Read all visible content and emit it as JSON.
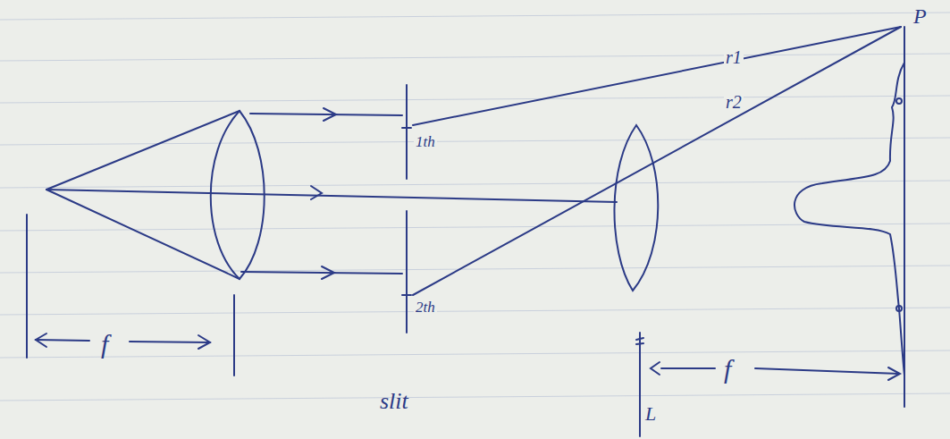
{
  "diagram": {
    "labels": [
      "P",
      "r1",
      "r2",
      "1th",
      "2th",
      "f",
      "slit",
      "f",
      "L"
    ]
  }
}
